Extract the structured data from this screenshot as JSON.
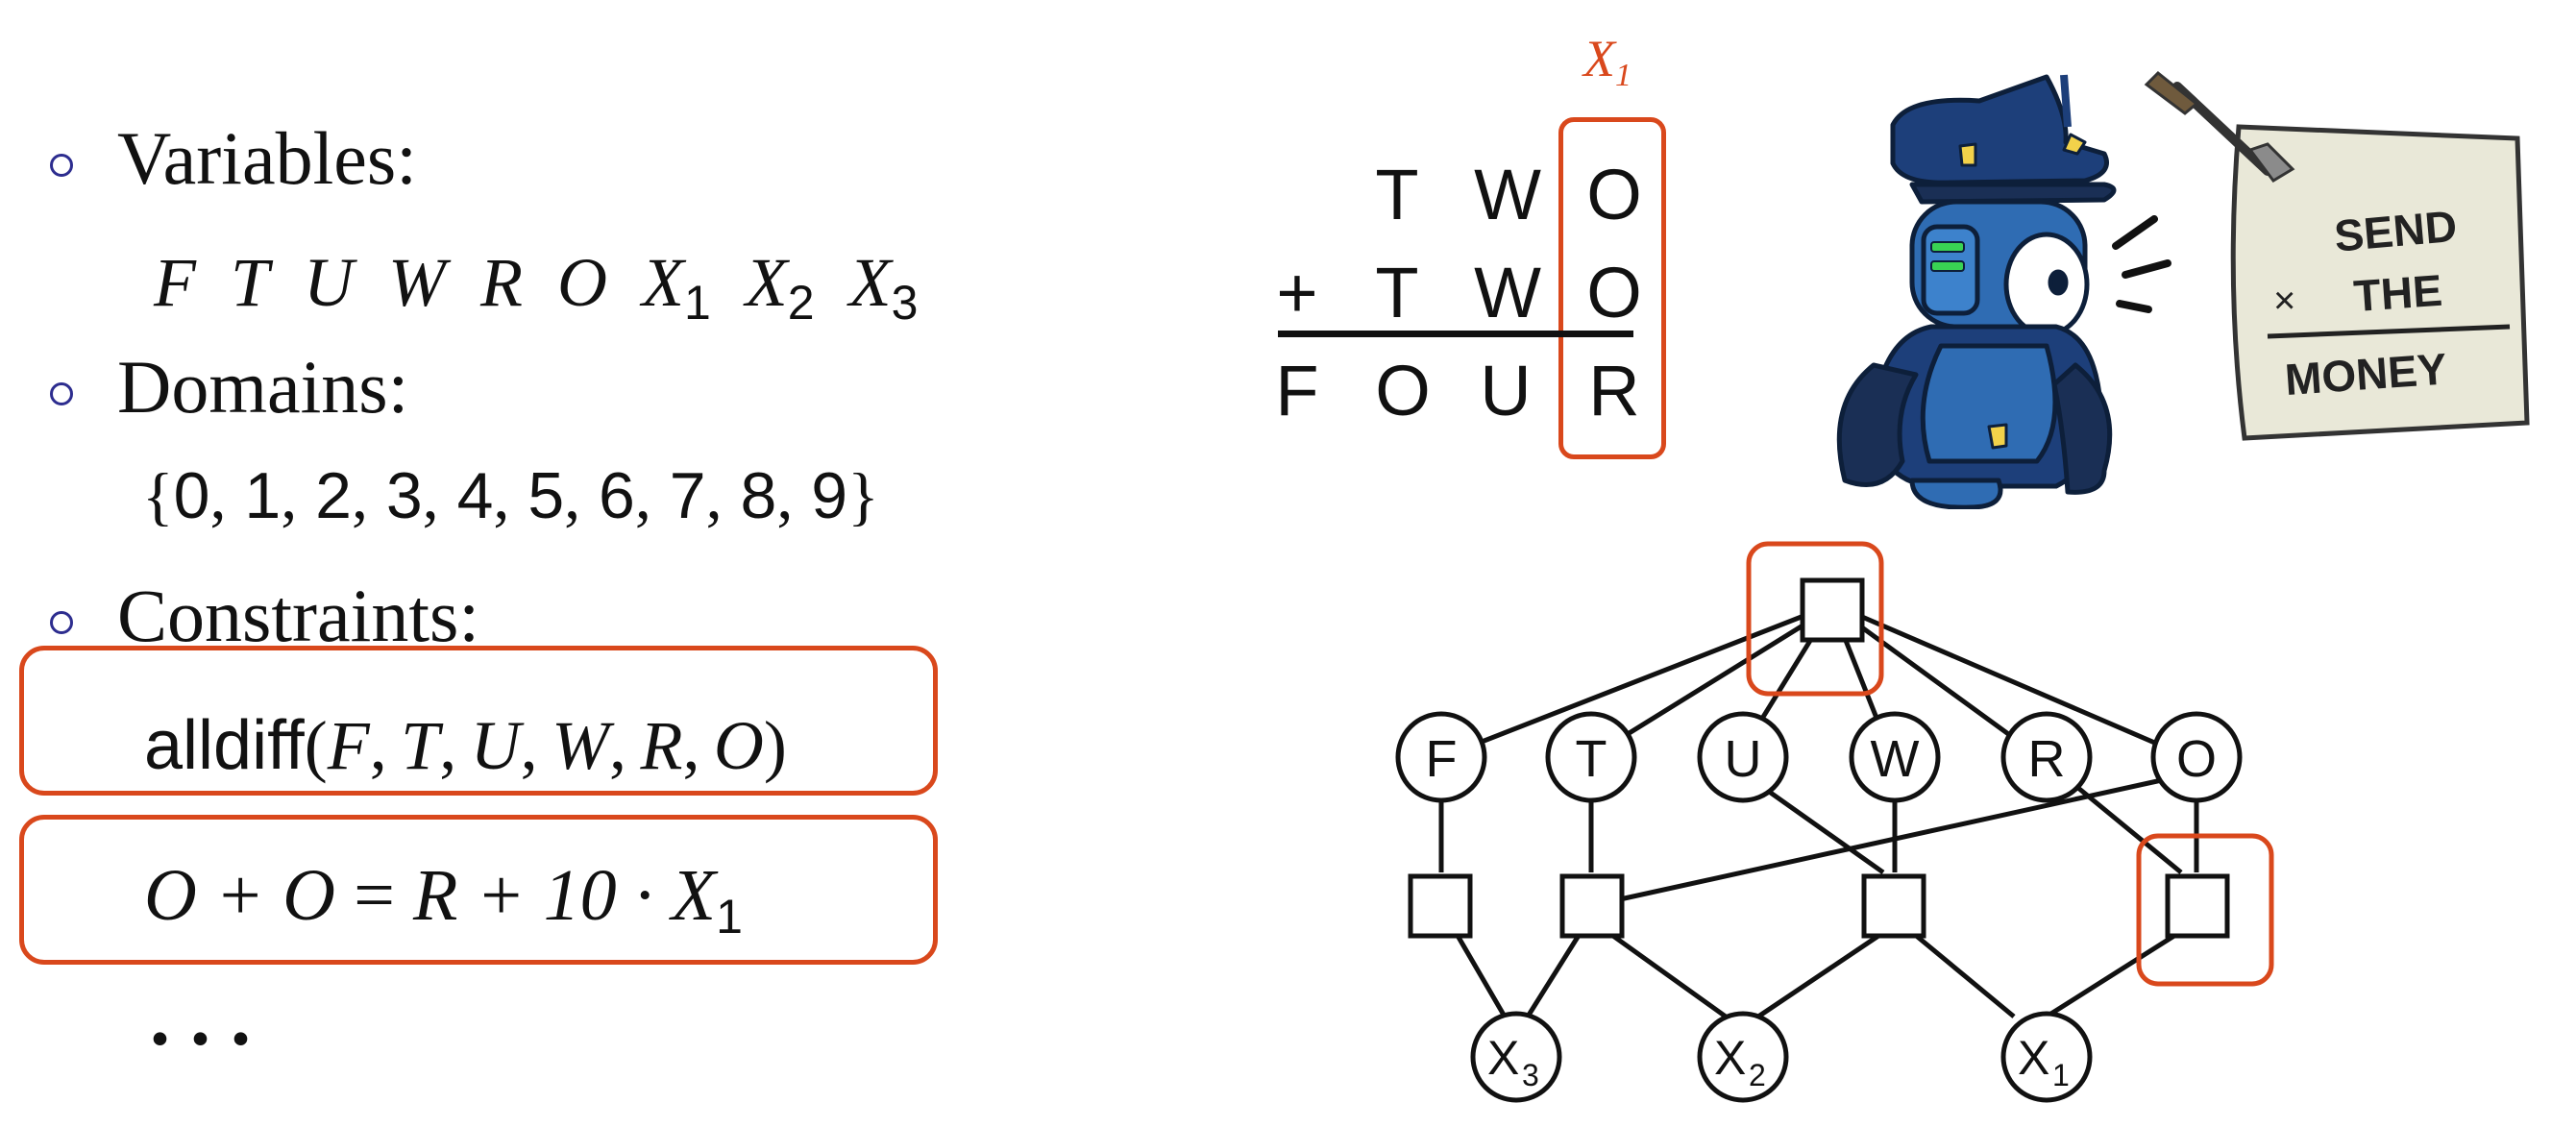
{
  "sections": {
    "variables_heading": "Variables:",
    "domains_heading": "Domains:",
    "constraints_heading": "Constraints:"
  },
  "variables": [
    "F",
    "T",
    "U",
    "W",
    "R",
    "O",
    "X",
    "1",
    "X",
    "2",
    "X",
    "3"
  ],
  "domain": {
    "open": "{",
    "close": "}",
    "values": [
      "0",
      "1",
      "2",
      "3",
      "4",
      "5",
      "6",
      "7",
      "8",
      "9"
    ]
  },
  "constraints": {
    "alldiff_fn": "alldiff",
    "alldiff_args": [
      "F",
      "T",
      "U",
      "W",
      "R",
      "O"
    ],
    "sum_lhs": "O + O",
    "sum_eq": "=",
    "sum_rhs": "R + 10 · X",
    "sum_rhs_sub": "1",
    "ellipsis": ". . ."
  },
  "puzzle": {
    "carry_label": "X",
    "carry_sub": "1",
    "row1": [
      "T",
      "W",
      "O"
    ],
    "plus": "+",
    "row2": [
      "T",
      "W",
      "O"
    ],
    "row3": [
      "F",
      "O",
      "U",
      "R"
    ]
  },
  "note": {
    "line1": "SEND",
    "line2": "THE",
    "line3": "MONEY",
    "mark": "×"
  },
  "graph": {
    "nodes": [
      "F",
      "T",
      "U",
      "W",
      "R",
      "O"
    ],
    "carry_nodes": [
      {
        "label": "X",
        "sub": "3"
      },
      {
        "label": "X",
        "sub": "2"
      },
      {
        "label": "X",
        "sub": "1"
      }
    ]
  },
  "colors": {
    "highlight": "#d9481c",
    "bullet": "#2d2d8f",
    "robot_blue": "#2f6cb3",
    "robot_dark": "#1d3f7a",
    "paper": "#e9e8d8"
  }
}
